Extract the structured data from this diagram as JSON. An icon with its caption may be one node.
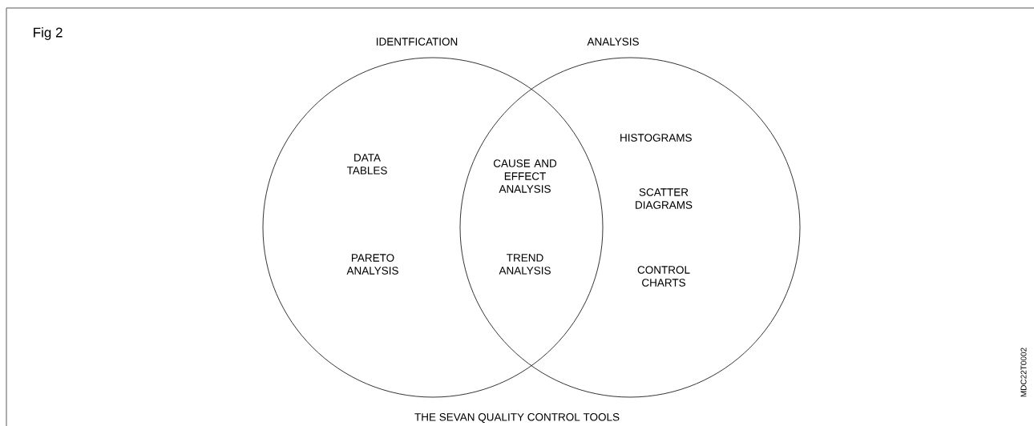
{
  "diagram": {
    "title": "Fig 2",
    "caption": "THE SEVAN QUALITY CONTROL TOOLS",
    "nodes": [
      {
        "text": [
          "IDENTFICATION",
          "DATA TABLES",
          "PARETO ANALYSIS"
        ]
      },
      {
        "text": [
          "ANALYSIS",
          "HISTOGRAMS",
          "SCATTER DIAGRAMS",
          "CONTROL CHARTS"
        ]
      }
    ],
    "edges": [],
    "labels": [
      "CAUSE AND EFFECT ANALYSIS",
      "TREND ANALYSIS",
      "MDC22T0002"
    ]
  }
}
